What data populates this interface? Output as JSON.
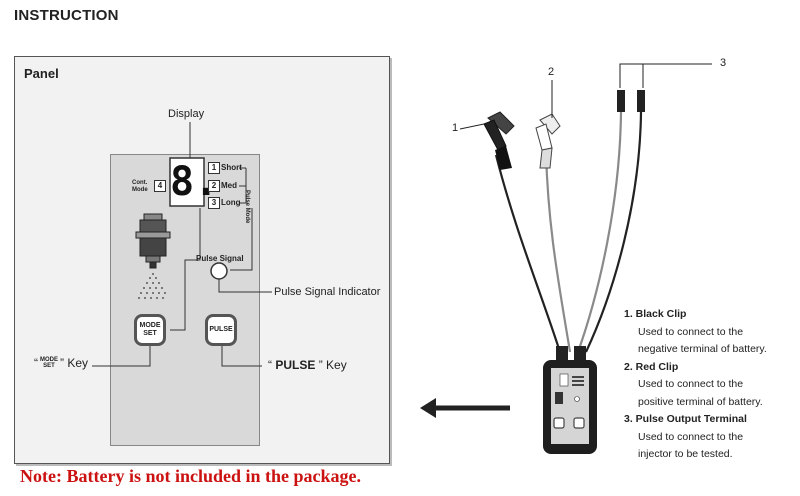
{
  "title": "INSTRUCTION",
  "panel": {
    "label": "Panel",
    "display_label": "Display",
    "digit": "8.",
    "cont_mode_line1": "Cont.",
    "cont_mode_line2": "Mode",
    "cont_mode_number": "4",
    "modes": [
      {
        "number": "1",
        "label": "Short"
      },
      {
        "number": "2",
        "label": "Med"
      },
      {
        "number": "3",
        "label": "Long"
      }
    ],
    "pulse_mode_label": "Pulse Mode",
    "pulse_signal_label": "Pulse Signal",
    "pulse_signal_indicator_label": "Pulse Signal Indicator",
    "mode_button_line1": "MODE",
    "mode_button_line2": "SET",
    "pulse_button_label": "PULSE",
    "mode_key_caption": {
      "open": "“",
      "line1": "MODE",
      "line2": "SET",
      "close": "” Key"
    },
    "pulse_key_caption": {
      "open": "“",
      "name": "PULSE",
      "close": "” Key"
    }
  },
  "diagram": {
    "callouts": [
      "1",
      "2",
      "3"
    ]
  },
  "legend": [
    {
      "heading": "1.  Black Clip",
      "lines": [
        "Used to connect to the",
        "negative terminal of battery."
      ]
    },
    {
      "heading": "2.  Red Clip",
      "lines": [
        "Used to connect to the",
        "positive terminal of battery."
      ]
    },
    {
      "heading": "3.  Pulse Output Terminal",
      "lines": [
        "Used to connect to the",
        "injector to be tested."
      ]
    }
  ],
  "note": "Note: Battery is not included in the package."
}
